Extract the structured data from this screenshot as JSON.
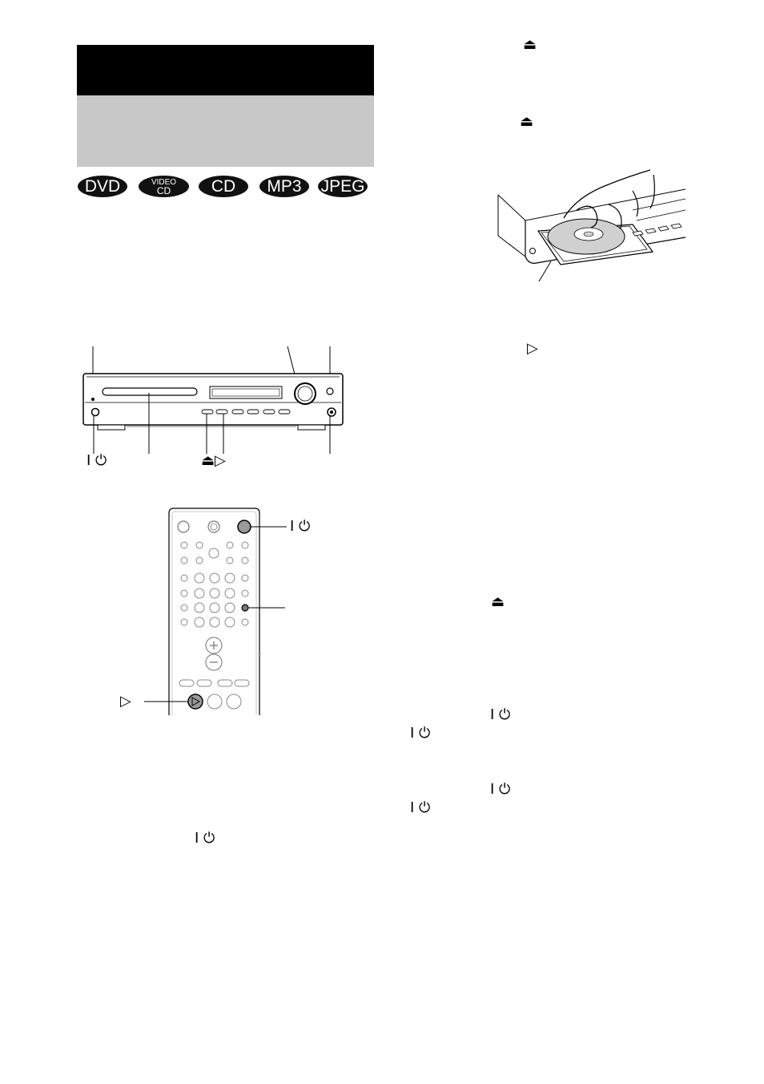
{
  "format_badges": [
    {
      "label": "DVD"
    },
    {
      "label_top": "VIDEO",
      "label_bottom": "CD"
    },
    {
      "label": "CD"
    },
    {
      "label": "MP3"
    },
    {
      "label": "JPEG"
    }
  ],
  "symbols": {
    "eject": "⏏",
    "play": "▷",
    "power": "I ⏻"
  }
}
